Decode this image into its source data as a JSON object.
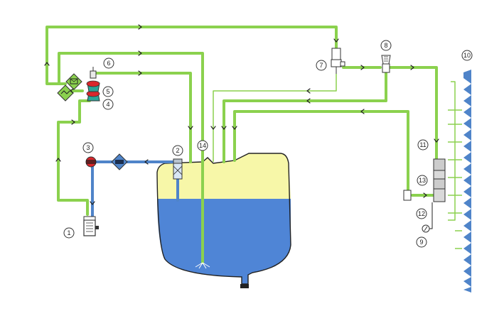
{
  "colors": {
    "pipe_green": "#8bd14e",
    "pipe_blue": "#4f84c9",
    "fuel_yellow": "#f7f7a8",
    "water_blue": "#4f85d6",
    "injector_blue": "#4f84c9",
    "valve_red": "#d9262c",
    "filter_teal": "#2aa598"
  },
  "labels": {
    "n1": "1",
    "n2": "2",
    "n3": "3",
    "n4": "4",
    "n5": "5",
    "n6": "6",
    "n7": "7",
    "n8": "8",
    "n9": "9",
    "n10": "10",
    "n11": "11",
    "n12": "12",
    "n13": "13",
    "n14": "14"
  },
  "icons": {
    "tank": "fuel-tank-icon",
    "pump": "pump-icon",
    "filter": "filter-icon",
    "valve": "valve-icon",
    "gauge": "pressure-gauge-icon",
    "injectors": "injector-rail-icon"
  }
}
